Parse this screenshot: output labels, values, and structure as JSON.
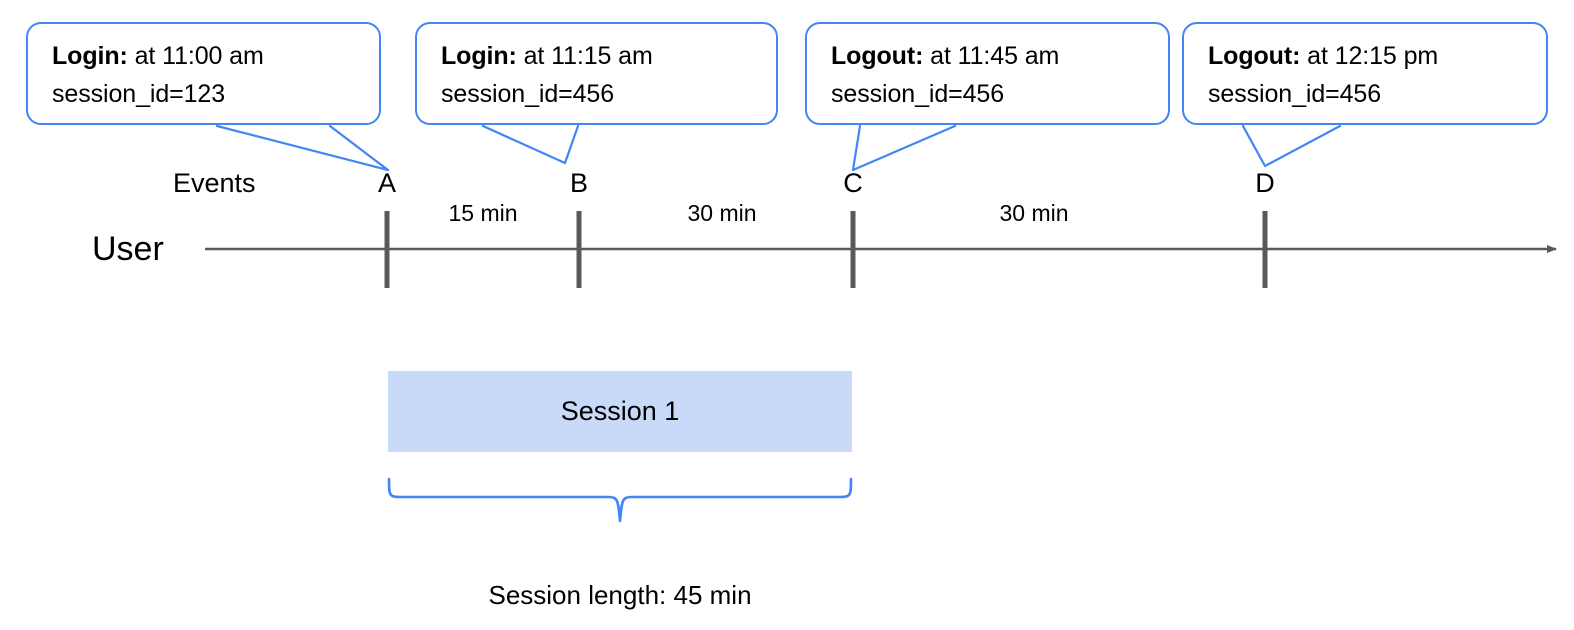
{
  "diagram": {
    "axis_label": "User",
    "events_label": "Events",
    "colors": {
      "callout_border": "#4285f4",
      "brace": "#4285f4",
      "session_fill": "#c9daf8",
      "axis": "#595959",
      "tick": "#595959",
      "text": "#000000"
    },
    "callouts": [
      {
        "id": "A",
        "event": "Login:",
        "time": "at 11:00 am",
        "session_id": "session_id=123"
      },
      {
        "id": "B",
        "event": "Login:",
        "time": "at 11:15 am",
        "session_id": "session_id=456"
      },
      {
        "id": "C",
        "event": "Logout:",
        "time": "at 11:45 am",
        "session_id": "session_id=456"
      },
      {
        "id": "D",
        "event": "Logout:",
        "time": "at 12:15 pm",
        "session_id": "session_id=456"
      }
    ],
    "event_markers": [
      {
        "label": "A"
      },
      {
        "label": "B"
      },
      {
        "label": "C"
      },
      {
        "label": "D"
      }
    ],
    "intervals": [
      {
        "label": "15 min",
        "from": "A",
        "to": "B"
      },
      {
        "label": "30 min",
        "from": "B",
        "to": "C"
      },
      {
        "label": "30 min",
        "from": "C",
        "to": "D"
      }
    ],
    "session": {
      "bar_label": "Session 1",
      "length_caption": "Session length: 45 min"
    }
  }
}
